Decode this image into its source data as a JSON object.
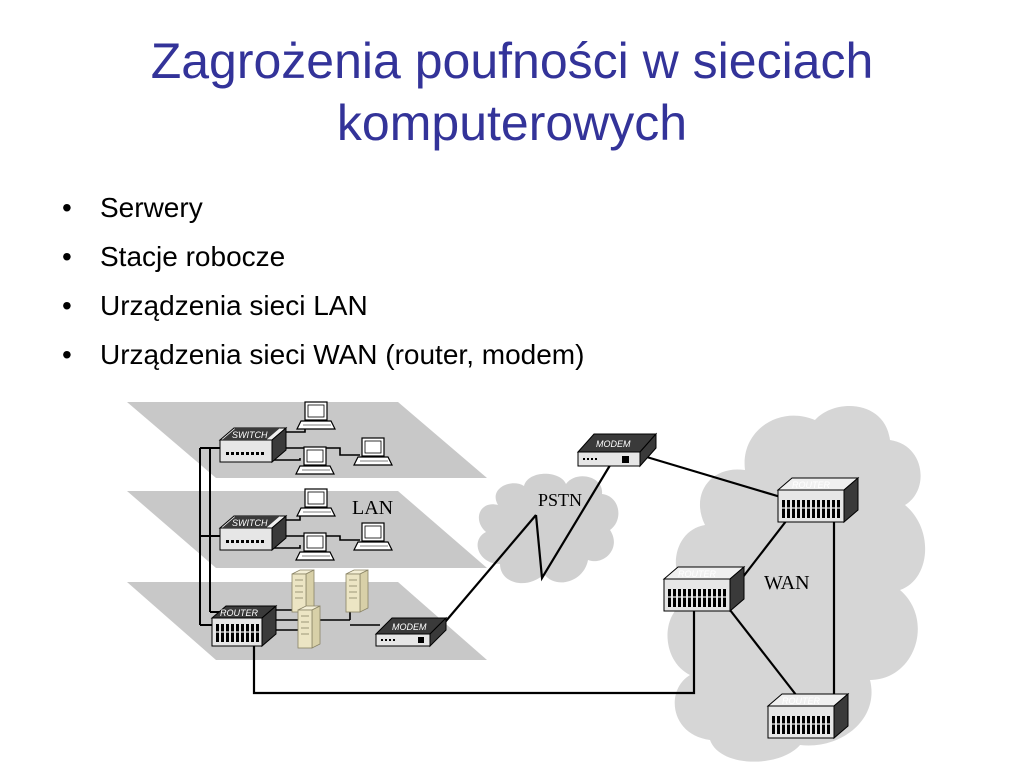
{
  "slide": {
    "title_line1": "Zagrożenia poufności w sieciach",
    "title_line2": "komputerowych",
    "bullet_symbol": "•",
    "bullets": [
      "Serwery",
      "Stacje robocze",
      "Urządzenia sieci LAN",
      "Urządzenia sieci WAN (router, modem)"
    ]
  },
  "diagram": {
    "labels": {
      "lan": "LAN",
      "pstn": "PSTN",
      "wan": "WAN"
    },
    "devices": {
      "switch": "SWITCH",
      "router": "ROUTER",
      "modem": "MODEM"
    }
  },
  "colors": {
    "title": "#333399",
    "plane": "#c8c8c8",
    "cloud": "#d6d6d6",
    "device": "#e6e6e6",
    "device_dark": "#3a3a3a",
    "server": "#ece5c4"
  }
}
